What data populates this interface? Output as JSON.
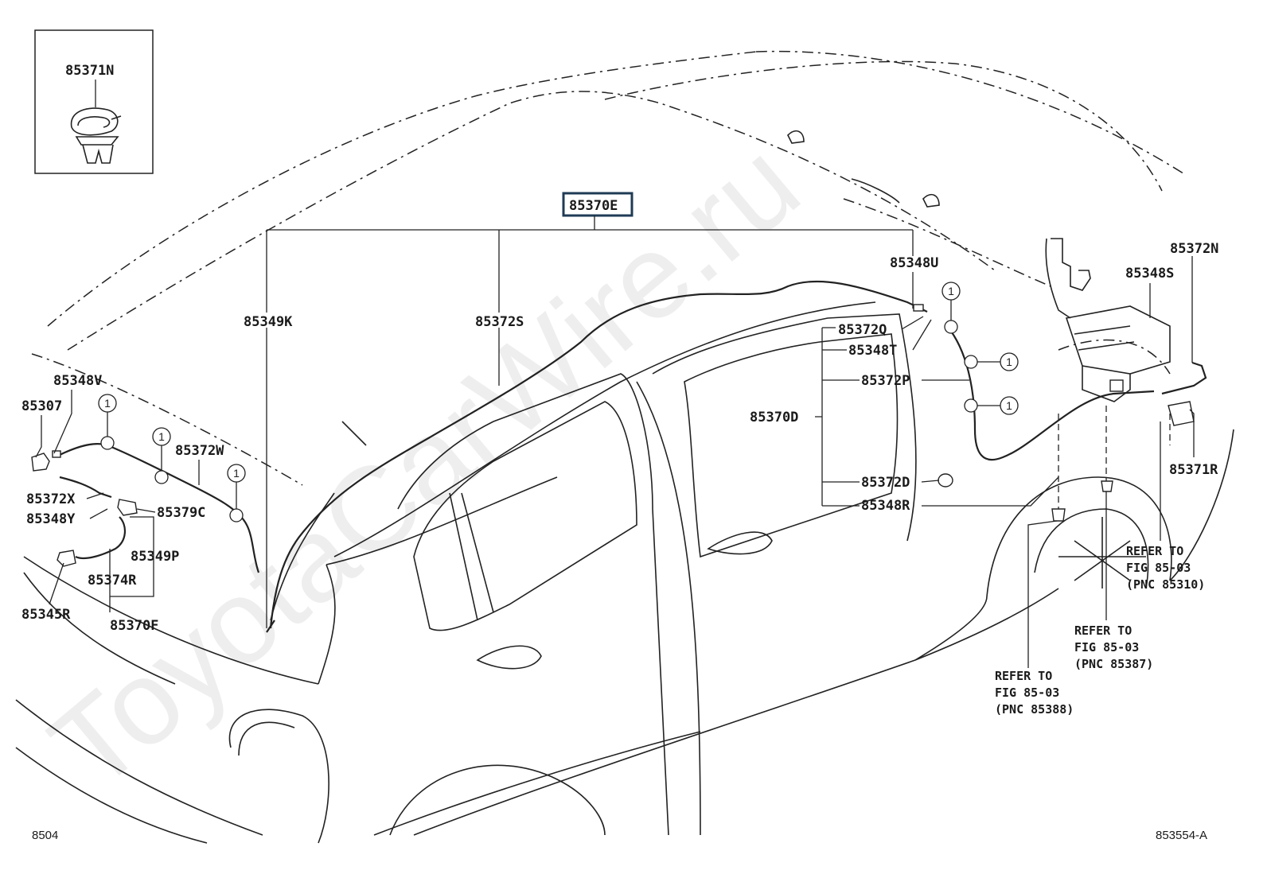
{
  "diagram": {
    "callout_marker": "1",
    "inset": {
      "part": "85371N"
    },
    "highlighted_part": "85370E",
    "parts": [
      "85349K",
      "85372S",
      "85348U",
      "85372Q",
      "85348T",
      "85372P",
      "85370D",
      "85372D",
      "85348R",
      "85372N",
      "85348S",
      "85371R",
      "85348V",
      "85307",
      "85372W",
      "85372X",
      "85348Y",
      "85379C",
      "85349P",
      "85374R",
      "85345R",
      "85370F"
    ],
    "refer_notes": [
      {
        "line1": "REFER TO",
        "line2": "FIG 85-03",
        "line3": "(PNC 85310)"
      },
      {
        "line1": "REFER TO",
        "line2": "FIG 85-03",
        "line3": "(PNC 85387)"
      },
      {
        "line1": "REFER TO",
        "line2": "FIG 85-03",
        "line3": "(PNC 85388)"
      }
    ],
    "footer_left": "8504",
    "footer_right": "853554-A",
    "watermark": "ToyotaCarWire.ru"
  }
}
